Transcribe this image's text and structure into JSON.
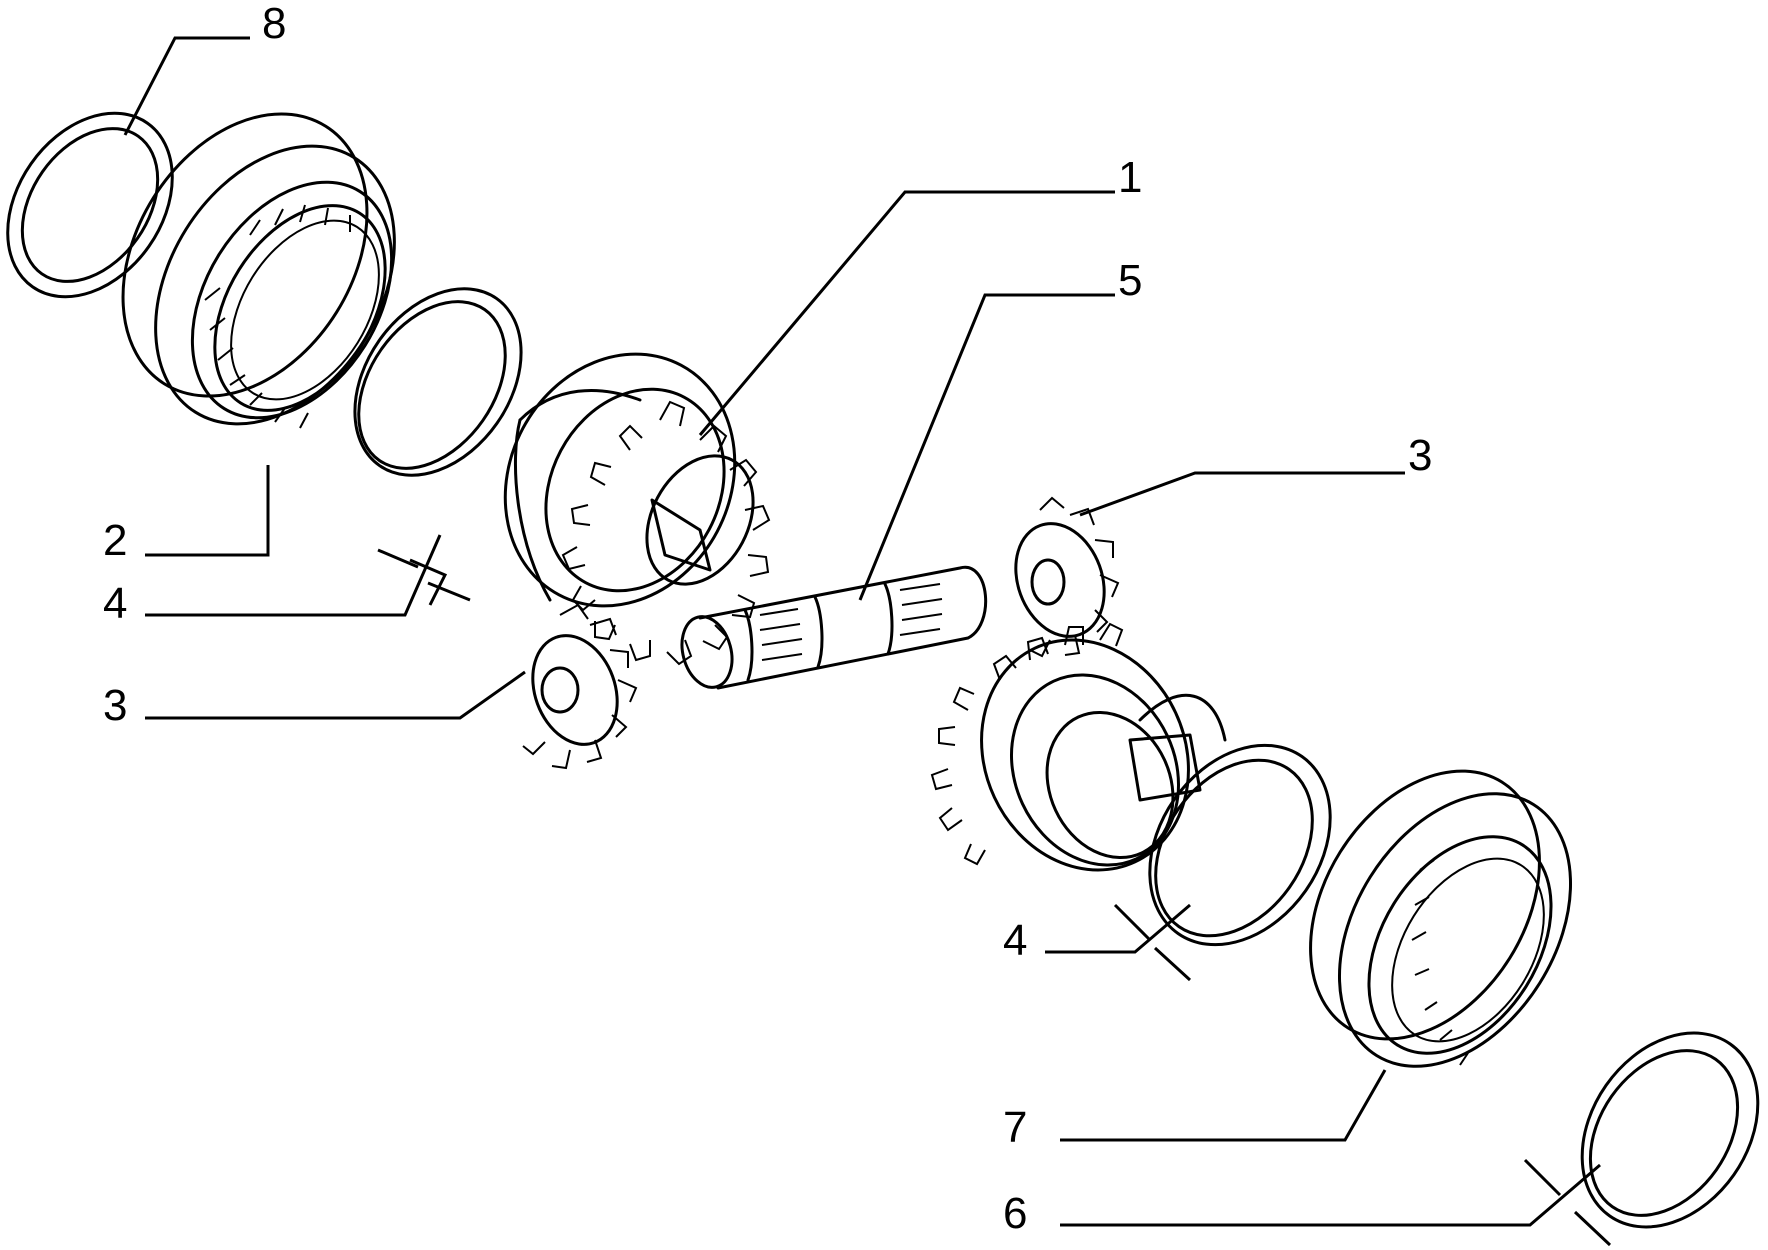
{
  "callouts": {
    "c8": "8",
    "c1": "1",
    "c5": "5",
    "c3_right": "3",
    "c2": "2",
    "c4_left": "4",
    "c3_left": "3",
    "c4_right": "4",
    "c7": "7",
    "c6": "6"
  },
  "colors": {
    "line": "#000000",
    "background": "#ffffff"
  }
}
